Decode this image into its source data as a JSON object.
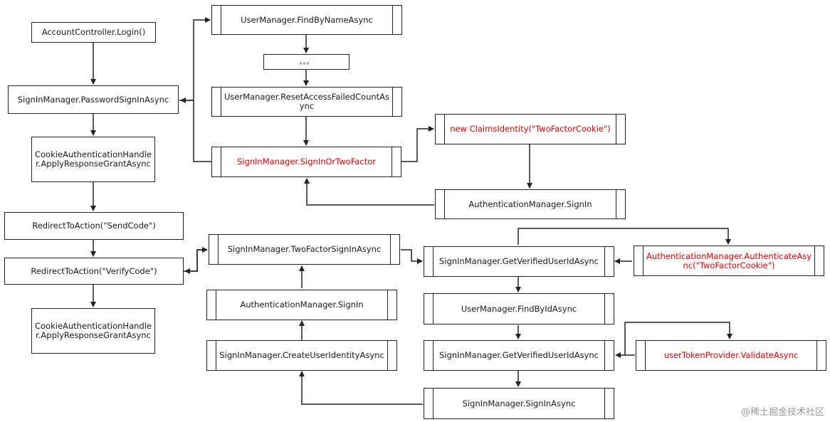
{
  "nodes": {
    "account_login": "AccountController.Login()",
    "password_signin": "SignInManager.PasswordSignInAsync",
    "cookie_handler_1": "CookieAuthenticationHandler.ApplyResponseGrantAsync",
    "redirect_sendcode": "RedirectToAction(\"SendCode\")",
    "redirect_verifycode": "RedirectToAction(\"VerifyCode\")",
    "cookie_handler_2": "CookieAuthenticationHandler.ApplyResponseGrantAsync",
    "find_by_name": "UserManager.FindByNameAsync",
    "ellipsis": "。。。",
    "reset_access_failed": "UserManager.ResetAccessFailedCountAsync",
    "signin_or_twofactor": "SignInManager.SignInOrTwoFactor",
    "new_claims_identity": "new ClaimsIdentity(\"TwoFactorCookie\")",
    "auth_signin_top": "AuthenticationManager.SignIn",
    "twofactor_signin": "SignInManager.TwoFactorSignInAsync",
    "auth_signin_mid": "AuthenticationManager.SignIn",
    "create_user_identity": "SignInManager.CreateUserIdentityAsync",
    "get_verified_1": "SignInManager.GetVerifiedUserIdAsync",
    "authenticate_async": "AuthenticationManager.AuthenticateAsync(\"TwoFactorCookie\")",
    "find_by_id": "UserManager.FindByIdAsync",
    "get_verified_2": "SignInManager.GetVerifiedUserIdAsync",
    "token_validate": "userTokenProvider.ValidateAsync",
    "signin_async": "SignInManager.SignInAsync"
  },
  "watermark": "@稀土掘金技术社区",
  "colors": {
    "highlight": "#e00000",
    "line": "#222222"
  }
}
